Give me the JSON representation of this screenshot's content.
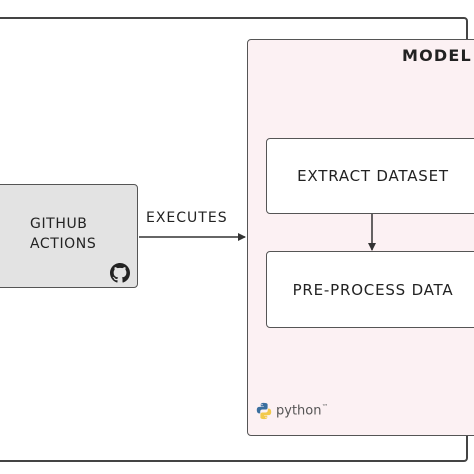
{
  "github": {
    "line1": "GITHUB",
    "line2": "ACTIONS",
    "icon": "github-icon"
  },
  "connector": {
    "label": "EXECUTES"
  },
  "model": {
    "title": "MODEL",
    "steps": [
      "EXTRACT DATASET",
      "PRE-PROCESS DATA"
    ],
    "badge": {
      "text": "python",
      "tm": "™",
      "icon": "python-logo-icon"
    }
  },
  "colors": {
    "github_fill": "#e3e3e3",
    "model_fill": "#fcf1f3",
    "border": "#555555",
    "python_blue": "#3a6f9e",
    "python_yellow": "#f2c94c"
  }
}
